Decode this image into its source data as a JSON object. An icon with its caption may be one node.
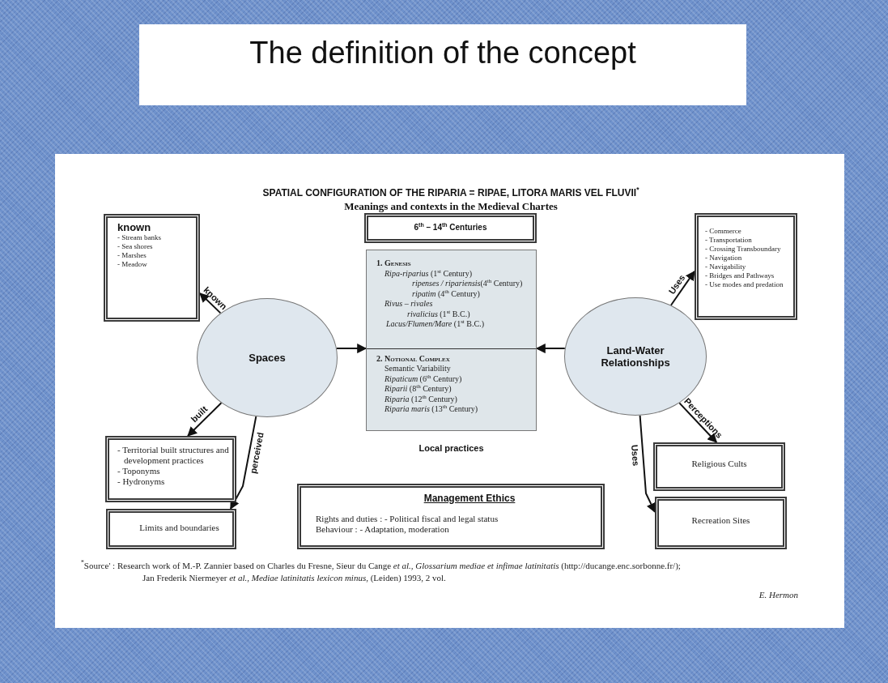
{
  "diagram": {
    "title": "The definition of the concept",
    "nodes": [
      {
        "text": [
          "known",
          "- Stream banks",
          "- Sea shores",
          "- Marshes",
          "- Meadow"
        ]
      },
      {
        "text": [
          "Spaces"
        ]
      },
      {
        "text": [
          "- Territorial built structures and development practices",
          "- Toponyms",
          "- Hydronyms"
        ]
      },
      {
        "text": [
          "Limits and boundaries"
        ]
      },
      {
        "text": [
          "6$^{th}$ – 14$^{th}$ Centuries"
        ]
      },
      {
        "text": [
          "1. Genesis",
          "*Ripa-riparius* (1$^{st}$ Century)",
          "*ripenses / ripariensis*(4$^{th}$ Century)",
          "*ripatim* (4$^{th}$ Century)",
          "*Rivus – rivales*",
          "*rivalicius* (1$^{st}$ B.C.)",
          "*Lacus/Flumen/Mare* (1$^{st}$ B.C.)",
          "2. Notional Complex",
          "Semantic Variability",
          "*Ripaticum* (6$^{th}$ Century)",
          "*Riparii* (8$^{th}$ Century)",
          "*Riparia* (12$^{th}$ Century)",
          "*Riparia maris* (13$^{th}$ Century)"
        ],
        "beside": [
          "Local practices"
        ]
      },
      {
        "text": [
          "Management Ethics",
          "Rights and duties : - Political fiscal and legal status",
          "Behaviour : - Adaptation, moderation"
        ]
      },
      {
        "text": [
          "Land-Water Relationships"
        ]
      },
      {
        "text": [
          "- Commerce",
          "- Transportation",
          "- Crossing Transboundary",
          "- Navigation",
          "- Navigability",
          "- Bridges and Pathways",
          "- Use modes and predation"
        ]
      },
      {
        "text": [
          "Religious Cults"
        ]
      },
      {
        "text": [
          "Recreation Sites"
        ]
      }
    ],
    "edges": [
      {
        "from": 1,
        "to": 0,
        "arrow": "to",
        "label": "known"
      },
      {
        "from": 1,
        "to": 2,
        "arrow": "to",
        "label": "built"
      },
      {
        "from": 1,
        "to": 3,
        "arrow": "to",
        "label": "perceived"
      },
      {
        "from": 1,
        "to": 5,
        "arrow": "to"
      },
      {
        "from": 7,
        "to": 5,
        "arrow": "to"
      },
      {
        "from": 7,
        "to": 8,
        "arrow": "to",
        "label": "Uses"
      },
      {
        "from": 7,
        "to": 9,
        "arrow": "to",
        "label": "Perceptions"
      },
      {
        "from": 7,
        "to": 10,
        "arrow": "to",
        "label": "Uses"
      }
    ],
    "labels": [
      "SPATIAL CONFIGURATION OF THE RIPARIA = RIPAE, LITORA MARIS VEL FLUVII$^{*}$",
      "Meanings and contexts in the Medieval Chartes",
      "$^{*}$Source' : Research work of M.-P. Zannier based on Charles du Fresne, Sieur du Cange *et al.*, *Glossarium mediae et infimae latinitatis* (http://ducange.enc.sorbonne.fr/);",
      "Jan Frederik Niermeyer *et al.*, *Mediae latinitatis lexicon minus*, (Leiden) 1993, 2 vol.",
      "E. Hermon"
    ]
  }
}
